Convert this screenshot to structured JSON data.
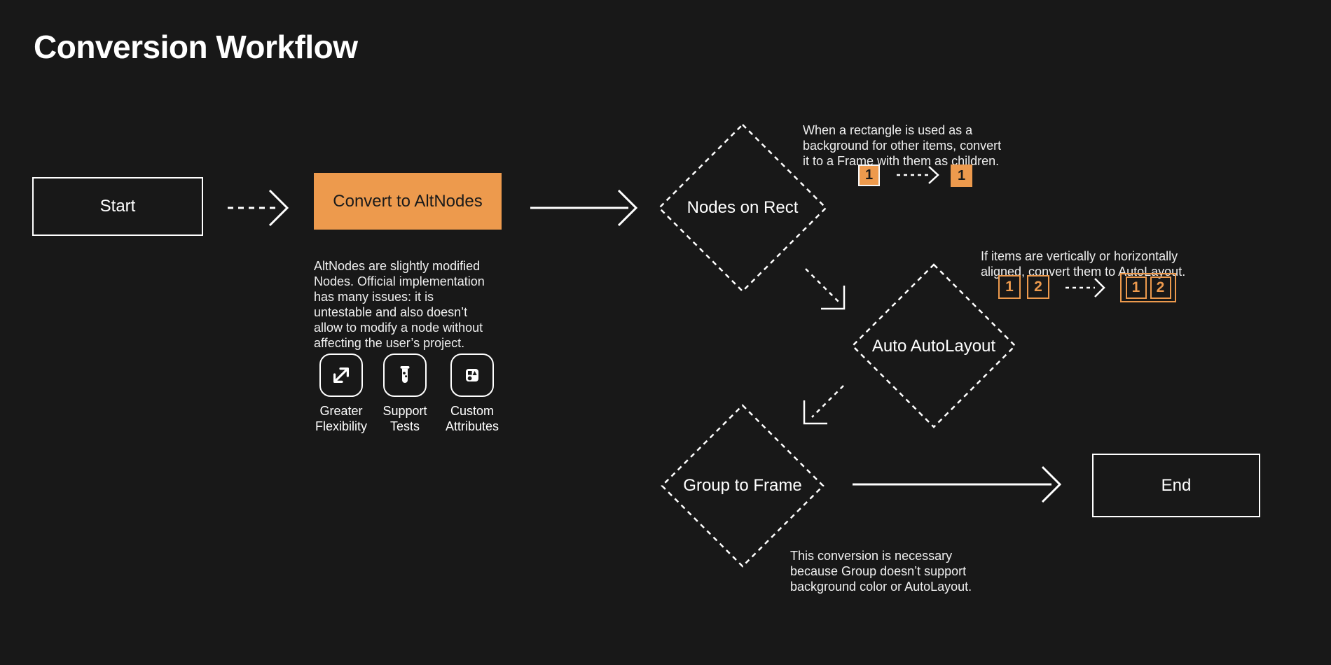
{
  "page": {
    "title": "Conversion Workflow"
  },
  "colors": {
    "background": "#181818",
    "accent_orange": "#ED9A4D",
    "stroke_white": "#FFFFFF",
    "dark_text_on_orange": "#1A1A1A"
  },
  "nodes": {
    "start": {
      "label": "Start"
    },
    "convert": {
      "label": "Convert to AltNodes",
      "description": "AltNodes are slightly modified\nNodes. Official implementation\nhas many issues: it is\nuntestable and also doesn’t\nallow to modify a node without\naffecting the user’s project."
    },
    "nodes_on_rect": {
      "label": "Nodes on Rect"
    },
    "auto_autolayout": {
      "label": "Auto AutoLayout"
    },
    "group_to_frame": {
      "label": "Group to Frame"
    },
    "end": {
      "label": "End"
    }
  },
  "features": [
    {
      "icon": "expand-diagonal-icon",
      "label": "Greater\nFlexibility"
    },
    {
      "icon": "test-tube-icon",
      "label": "Support\nTests"
    },
    {
      "icon": "shapes-icon",
      "label": "Custom\nAttributes"
    }
  ],
  "annotations": {
    "rect_note": {
      "text": "When a rectangle is used as a\nbackground for other items, convert\nit to a Frame with them as children.",
      "demo": {
        "from": "1",
        "to": "1"
      }
    },
    "autolayout_note": {
      "text": "If items are vertically or horizontally\naligned, convert them to AutoLayout.",
      "demo": {
        "item1": "1",
        "item2": "2",
        "result1": "1",
        "result2": "2"
      }
    },
    "group_note": {
      "text": "This conversion is necessary\nbecause Group doesn’t support\nbackground color or AutoLayout."
    }
  }
}
